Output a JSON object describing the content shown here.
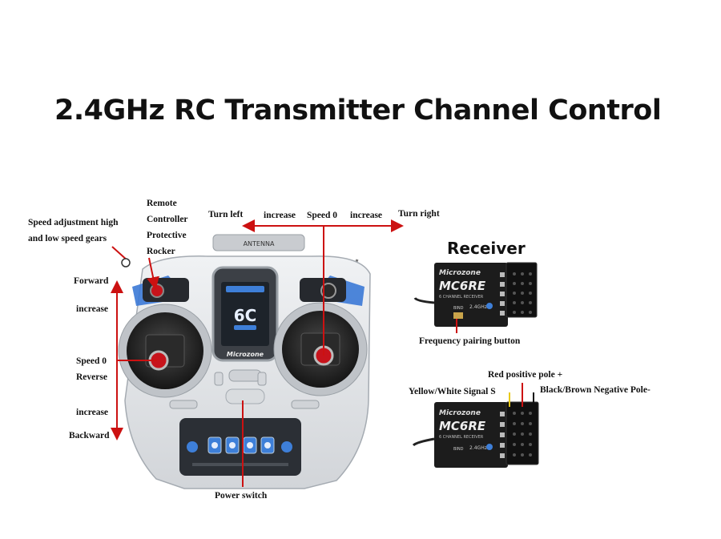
{
  "title": "2.4GHz RC Transmitter Channel Control",
  "left_labels": {
    "speed_adjustment": "Speed adjustment high",
    "speed_adjustment_2": "and low speed gears",
    "remote_1": "Remote",
    "remote_2": "Controller",
    "remote_3": "Protective",
    "remote_4": "Rocker",
    "forward": "Forward",
    "increase_top": "increase",
    "speed0": "Speed 0",
    "reverse": "Reverse",
    "increase_bottom": "increase",
    "backward": "Backward"
  },
  "top_labels": {
    "turn_left": "Turn left",
    "increase_left": "increase",
    "speed0": "Speed 0",
    "increase_right": "increase",
    "turn_right": "Turn right"
  },
  "transmitter": {
    "antenna": "ANTENNA",
    "screen_model": "6C",
    "brand": "Microzone"
  },
  "power_switch": "Power switch",
  "receiver": {
    "title": "Receiver",
    "brand": "Microzone",
    "model": "MC6RE",
    "subtitle": "6 CHANNEL RECEIVER",
    "freq": "2.4GHz",
    "bind": "BIND",
    "frequency_pairing": "Frequency pairing button",
    "red_positive": "Red positive pole +",
    "signal": "Yellow/White Signal S",
    "negative": "Black/Brown Negative Pole-"
  },
  "colors": {
    "arrow_red": "#cc1111",
    "body_grey": "#e4e6e8",
    "accent_blue": "#2f6fc9",
    "receiver_black": "#1c1c1c"
  }
}
